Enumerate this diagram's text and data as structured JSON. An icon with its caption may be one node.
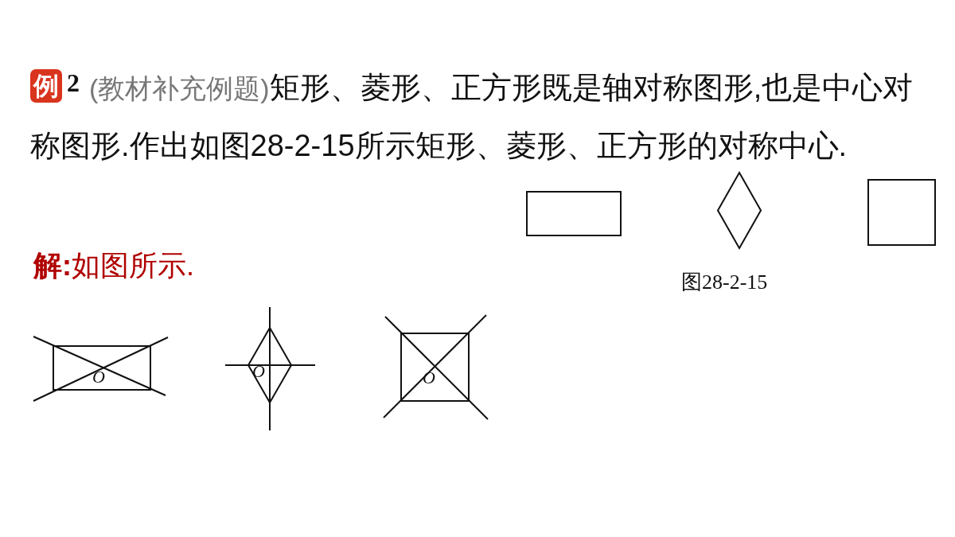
{
  "diagram": {
    "nodes": [
      {
        "text": [],
        "shape": "box"
      },
      {
        "text": [],
        "shape": "diamond"
      },
      {
        "text": [],
        "shape": "box"
      },
      {
        "text": [],
        "shape": "box"
      },
      {
        "text": [],
        "shape": "diamond"
      },
      {
        "text": [],
        "shape": "box"
      }
    ],
    "edges": [],
    "labels": [
      "例",
      "2",
      "(教材补充例题)",
      "矩形、菱形、正方形既是轴对称图形,也是中心对称图形.作出如图28-2-15所示矩形、菱形、正方形的对称中心.",
      "**解:**如图所示.",
      "图28-2-15",
      "O",
      "O",
      "O"
    ]
  }
}
